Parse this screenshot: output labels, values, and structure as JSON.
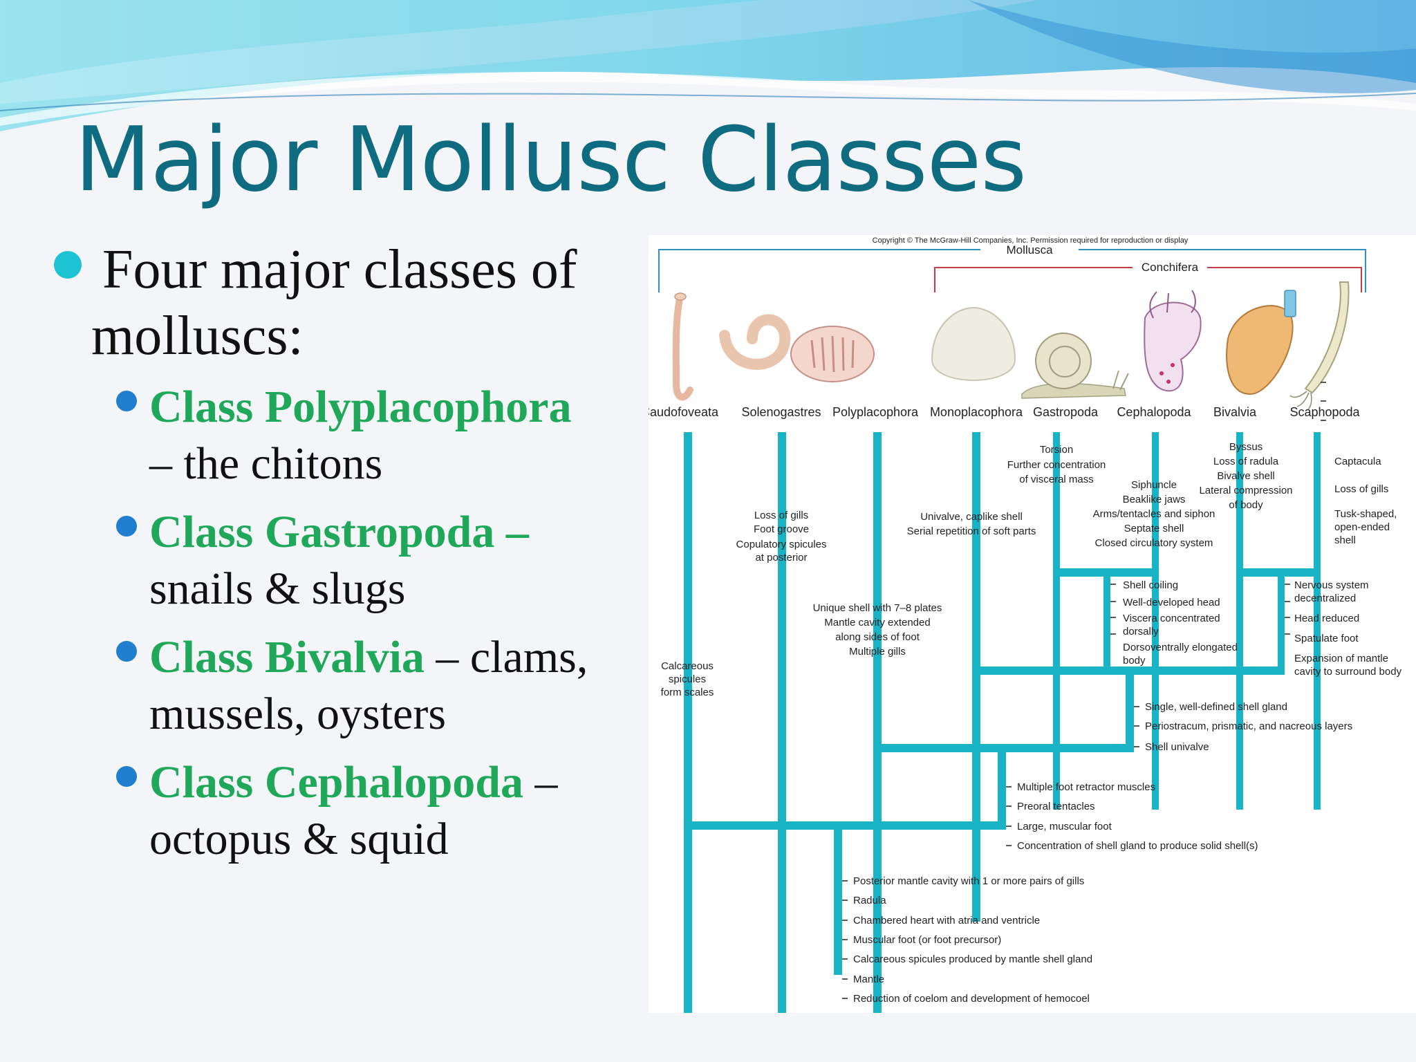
{
  "slide": {
    "title": "Major Mollusc Classes",
    "intro_line1": "Four major classes of",
    "intro_line2": "molluscs:",
    "classes": [
      {
        "name": "Class Polyplacophora",
        "sep": " –",
        "desc1": "",
        "desc2": "– the chitons"
      },
      {
        "name": "Class Gastropoda –",
        "sep": "",
        "desc1": "",
        "desc2": "snails & slugs"
      },
      {
        "name": "Class Bivalvia",
        "sep": "",
        "desc1": " – clams,",
        "desc2": "mussels, oysters"
      },
      {
        "name": "Class Cephalopoda",
        "sep": "",
        "desc1": " –",
        "desc2": "octopus & squid"
      }
    ]
  },
  "diagram": {
    "copyright": "Copyright © The McGraw-Hill Companies, Inc. Permission required for reproduction or display",
    "group_mollusca": "Mollusca",
    "group_conchifera": "Conchifera",
    "taxa": [
      "Caudofoveata",
      "Solenogastres",
      "Polyplacophora",
      "Monoplacophora",
      "Gastropoda",
      "Cephalopoda",
      "Bivalvia",
      "Scaphopoda"
    ],
    "caudofoveata_traits": [
      "Calcareous",
      "spicules",
      "form scales"
    ],
    "solenogastres_traits": [
      "Loss of gills",
      "Foot groove",
      "Copulatory spicules",
      "at posterior"
    ],
    "polyplacophora_traits": [
      "Unique shell with 7–8 plates",
      "Mantle cavity extended",
      "along sides of foot",
      "Multiple gills"
    ],
    "monoplacophora_traits": [
      "Univalve, caplike shell",
      "Serial repetition of soft parts"
    ],
    "gastropoda_traits": [
      "Torsion",
      "Further concentration",
      "of visceral mass"
    ],
    "cephalopoda_traits": [
      "Siphuncle",
      "Beaklike jaws",
      "Arms/tentacles and siphon",
      "Septate shell",
      "Closed circulatory system"
    ],
    "bivalvia_traits": [
      "Byssus",
      "Loss of radula",
      "Bivalve shell",
      "Lateral compression",
      "of body"
    ],
    "scaphopoda_traits": [
      "Captacula",
      "Loss of gills",
      "Tusk-shaped,",
      "open-ended",
      "shell"
    ],
    "node_gastro_ceph": [
      "Shell coiling",
      "Well-developed head",
      "Viscera concentrated",
      "dorsally",
      "Dorsoventrally elongated",
      "body"
    ],
    "node_biv_scaph": [
      "Nervous system",
      "decentralized",
      "Head reduced",
      "Spatulate foot",
      "Expansion of mantle",
      "cavity to surround body"
    ],
    "node_conchifera": [
      "Single, well-defined shell gland",
      "Periostracum, prismatic, and nacreous layers",
      "Shell univalve"
    ],
    "node_shelled": [
      "Multiple foot retractor muscles",
      "Preoral tentacles",
      "Large, muscular foot",
      "Concentration of shell gland to produce solid shell(s)"
    ],
    "node_root": [
      "Posterior mantle cavity with 1 or more pairs of gills",
      "Radula",
      "Chambered heart with atria and ventricle",
      "Muscular foot (or foot precursor)",
      "Calcareous spicules produced by mantle shell gland",
      "Mantle",
      "Reduction of coelom and development of hemocoel"
    ],
    "colors": {
      "branch": "#19b3c6",
      "bracket_mollusca": "#2a93c4",
      "bracket_conchifera": "#c23b4a",
      "title": "#0e6b80",
      "class_name": "#1fa85a"
    }
  }
}
